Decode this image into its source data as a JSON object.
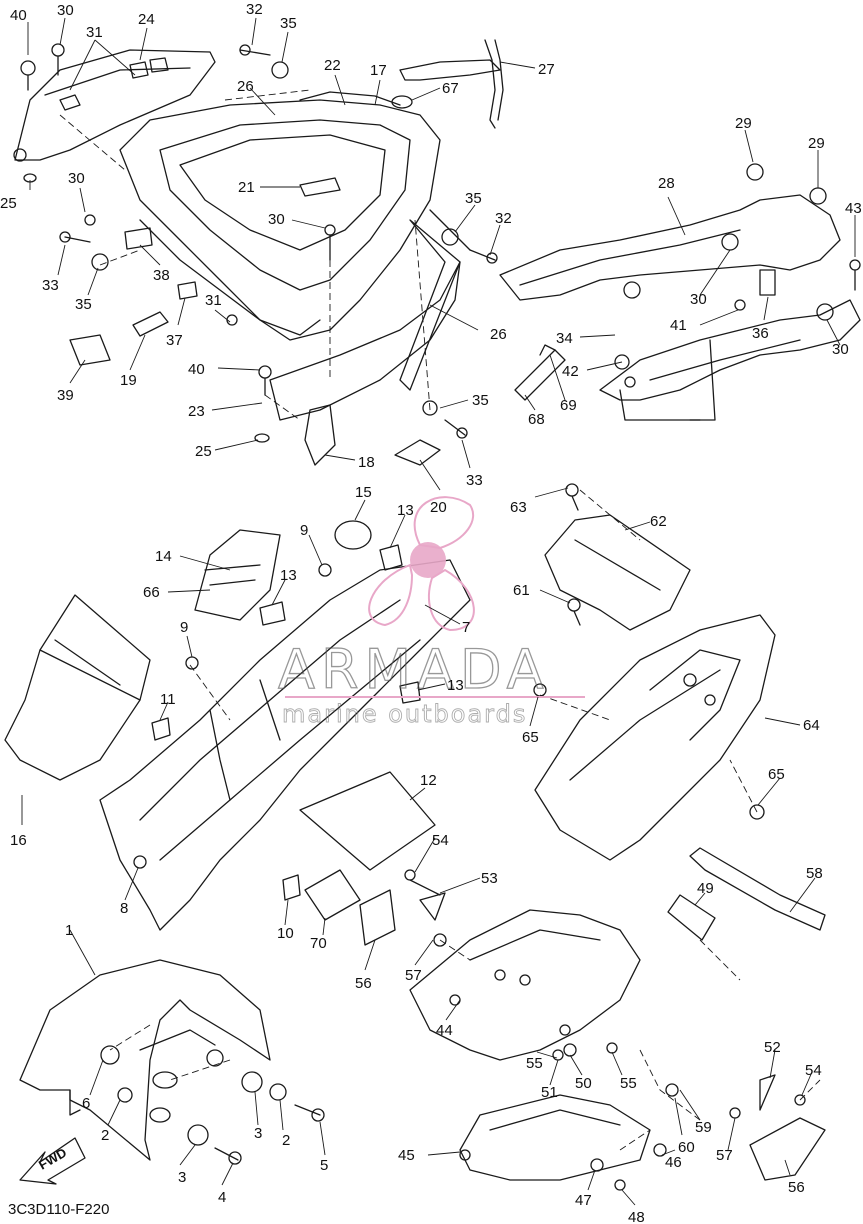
{
  "diagram_code": "3C3D110-F220",
  "forward_label": "FWD",
  "watermark": {
    "brand": "ARMADA",
    "tagline": "marine outboards",
    "accent_color": "#e8a7c8"
  },
  "callouts": {
    "c40a": "40",
    "c30a": "30",
    "c31a": "31",
    "c24": "24",
    "c32a": "32",
    "c35a": "35",
    "c22": "22",
    "c17": "17",
    "c27": "27",
    "c67": "67",
    "c26a": "26",
    "c25a": "25",
    "c30b": "30",
    "c21": "21",
    "c30c": "30",
    "c35b": "35",
    "c32b": "32",
    "c33a": "33",
    "c35c": "35",
    "c38": "38",
    "c31b": "31",
    "c37": "37",
    "c39": "39",
    "c19": "19",
    "c40b": "40",
    "c23": "23",
    "c25b": "25",
    "c18": "18",
    "c26b": "26",
    "c35d": "35",
    "c33b": "33",
    "c68": "68",
    "c69": "69",
    "c20": "20",
    "c29a": "29",
    "c29b": "29",
    "c28": "28",
    "c43": "43",
    "c30d": "30",
    "c41": "41",
    "c36": "36",
    "c30e": "30",
    "c34": "34",
    "c42": "42",
    "c15": "15",
    "c13a": "13",
    "c9a": "9",
    "c14": "14",
    "c66": "66",
    "c13b": "13",
    "c63": "63",
    "c62": "62",
    "c61": "61",
    "c9b": "9",
    "c7": "7",
    "c13c": "13",
    "c11": "11",
    "c65a": "65",
    "c64": "64",
    "c16": "16",
    "c65b": "65",
    "c12": "12",
    "c54a": "54",
    "c8": "8",
    "c53": "53",
    "c10": "10",
    "c70": "70",
    "c56a": "56",
    "c57a": "57",
    "c58": "58",
    "c49": "49",
    "c1": "1",
    "c44": "44",
    "c55a": "55",
    "c51": "51",
    "c50": "50",
    "c55b": "55",
    "c52": "52",
    "c54b": "54",
    "c6": "6",
    "c2a": "2",
    "c3a": "3",
    "c2b": "2",
    "c5": "5",
    "c3b": "3",
    "c4": "4",
    "c59": "59",
    "c60": "60",
    "c45": "45",
    "c57b": "57",
    "c46": "46",
    "c47": "47",
    "c48": "48",
    "c56b": "56"
  },
  "icons": {
    "forward_arrow": "fwd-arrow-icon",
    "brand_logo": "armada-propeller-logo-icon"
  }
}
